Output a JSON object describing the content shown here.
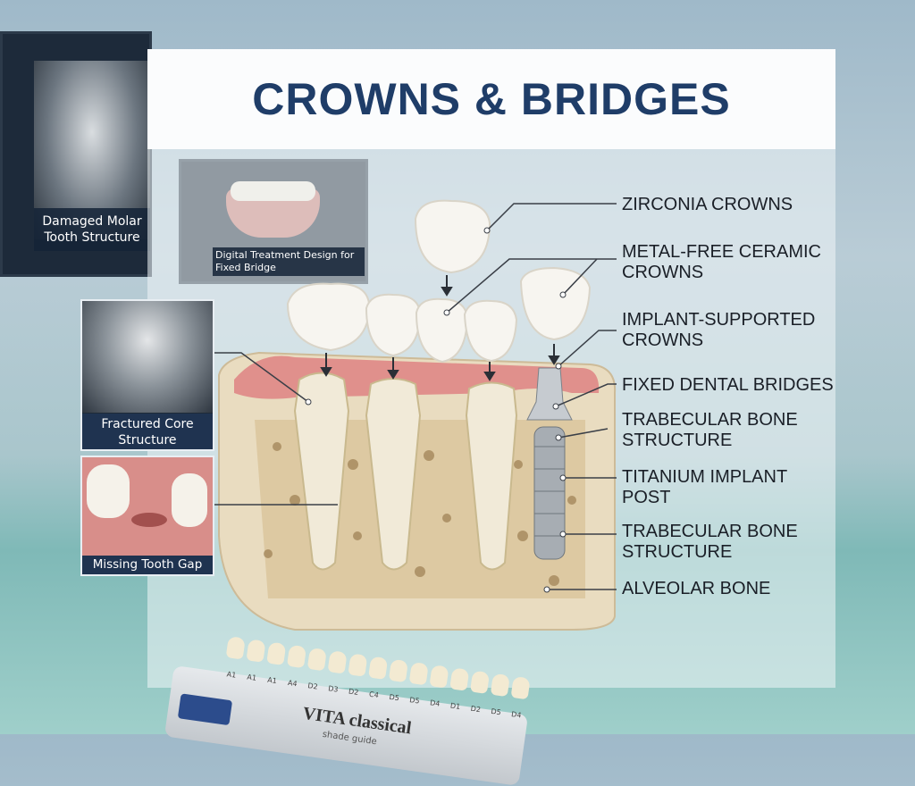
{
  "title": "CROWNS & BRIDGES",
  "labels": [
    "ZIRCONIA CROWNS",
    "METAL-FREE CERAMIC CROWNS",
    "IMPLANT-SUPPORTED CROWNS",
    "FIXED DENTAL BRIDGES",
    "TRABECULAR BONE STRUCTURE",
    "TITANIUM IMPLANT POST",
    "TRABECULAR BONE STRUCTURE",
    "ALVEOLAR BONE"
  ],
  "insets": {
    "damaged": "Damaged Molar Tooth Structure",
    "digital": "Digital Treatment Design for Fixed Bridge",
    "fractured": "Fractured Core Structure",
    "gap": "Missing Tooth Gap"
  },
  "shade_guide": {
    "brand": "VITA classical",
    "subtitle": "shade guide",
    "shades": [
      "A1",
      "A1",
      "A1",
      "A4",
      "D2",
      "D3",
      "D2",
      "C4",
      "D5",
      "D5",
      "D4",
      "D1",
      "D2",
      "D5",
      "D4"
    ]
  },
  "colors": {
    "title": "#1f3d68",
    "gum": "#e0908c",
    "bone": "#e9dcc0",
    "tooth": "#f1ead8"
  }
}
